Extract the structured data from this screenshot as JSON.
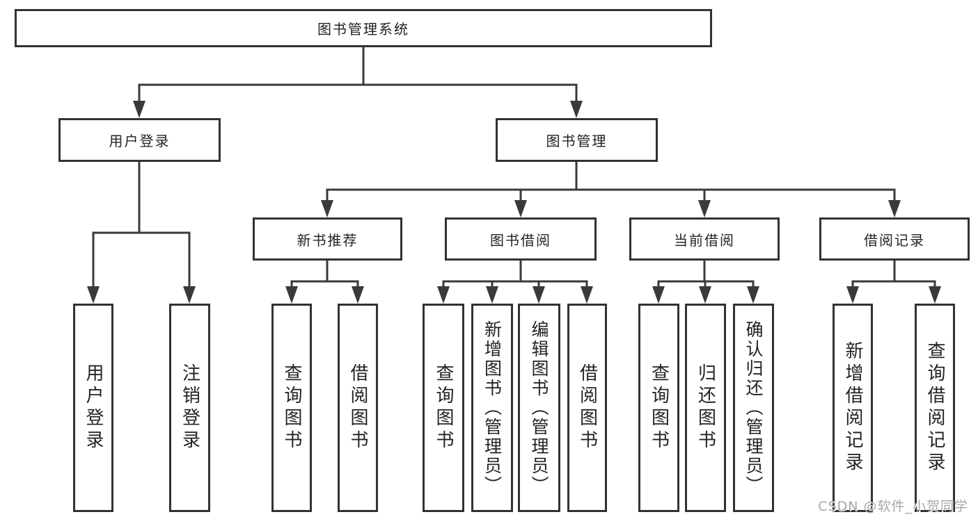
{
  "tree": {
    "label": "图书管理系统",
    "children": [
      {
        "label": "用户登录",
        "children": [
          {
            "label": "用户登录"
          },
          {
            "label": "注销登录"
          }
        ]
      },
      {
        "label": "图书管理",
        "children": [
          {
            "label": "新书推荐",
            "children": [
              {
                "label": "查询图书"
              },
              {
                "label": "借阅图书"
              }
            ]
          },
          {
            "label": "图书借阅",
            "children": [
              {
                "label": "查询图书"
              },
              {
                "label": "新增图书（管理员）"
              },
              {
                "label": "编辑图书（管理员）"
              },
              {
                "label": "借阅图书"
              }
            ]
          },
          {
            "label": "当前借阅",
            "children": [
              {
                "label": "查询图书"
              },
              {
                "label": "归还图书"
              },
              {
                "label": "确认归还（管理员）"
              }
            ]
          },
          {
            "label": "借阅记录",
            "children": [
              {
                "label": "新增借阅记录"
              },
              {
                "label": "查询借阅记录"
              }
            ]
          }
        ]
      }
    ]
  },
  "watermark": "CSDN @软件_小贺同学",
  "colors": {
    "background": "#ffffff",
    "box_border": "#323232",
    "connector_line": "#3a3a3a",
    "text": "#232327",
    "watermark_text": "#a7a7a7"
  }
}
